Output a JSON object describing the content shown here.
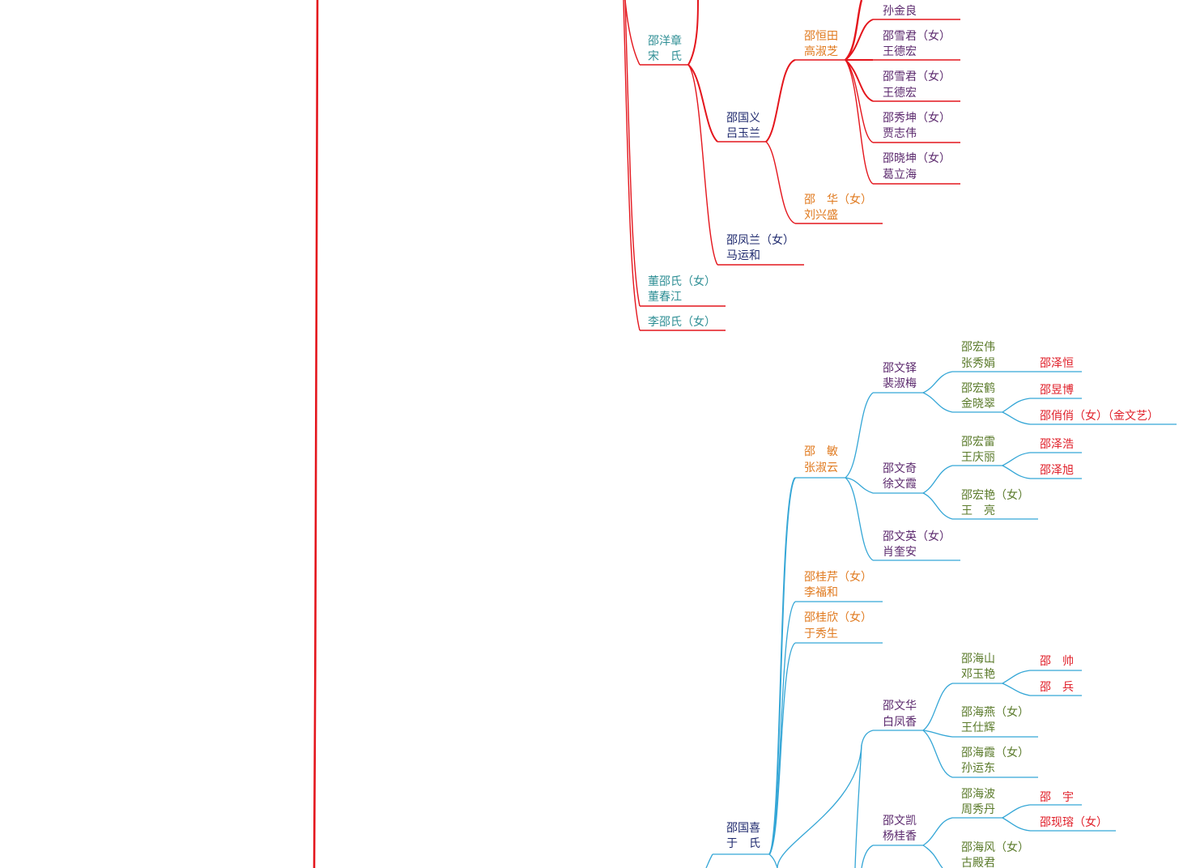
{
  "colors": {
    "red_branch": "#e4161d",
    "blue_branch": "#34a6d6",
    "teal_text": "#2f8f95",
    "navy_text": "#1f2a6e",
    "orange_text": "#e07a1f",
    "purple_text": "#5c2a6e",
    "olive_text": "#5a7a2a",
    "red_text": "#e0202a"
  },
  "top_branch": {
    "top_partial": "孙金良",
    "n1": {
      "l1": "邵洋章",
      "l2": "宋　氏"
    },
    "n2": {
      "l1": "邵恒田",
      "l2": "高淑芝"
    },
    "n3": {
      "l1": "邵雪君（女）",
      "l2": "王德宏"
    },
    "n4": {
      "l1": "邵雪君（女）",
      "l2": "王德宏"
    },
    "n5": {
      "l1": "邵秀坤（女）",
      "l2": "贾志伟"
    },
    "n6": {
      "l1": "邵晓坤（女）",
      "l2": "葛立海"
    },
    "n7": {
      "l1": "邵国义",
      "l2": "吕玉兰"
    },
    "n8": {
      "l1": "邵　华（女）",
      "l2": "刘兴盛"
    },
    "n9": {
      "l1": "邵凤兰（女）",
      "l2": "马运和"
    },
    "n10": {
      "l1": "董邵氏（女）",
      "l2": "董春江"
    },
    "n11": {
      "l1": "李邵氏（女）"
    }
  },
  "bottom_branch": {
    "b1": {
      "l1": "邵宏伟",
      "l2": "张秀娟"
    },
    "b2": {
      "l1": "邵泽恒"
    },
    "b3": {
      "l1": "邵文铎",
      "l2": "裴淑梅"
    },
    "b4": {
      "l1": "邵宏鹤",
      "l2": "金晓翠"
    },
    "b5": {
      "l1": "邵昱博"
    },
    "b6": {
      "l1": "邵俏俏（女）（金文艺）"
    },
    "b7": {
      "l1": "邵宏雷",
      "l2": "王庆丽"
    },
    "b8": {
      "l1": "邵泽浩"
    },
    "b9": {
      "l1": "邵　敏",
      "l2": "张淑云"
    },
    "b10": {
      "l1": "邵文奇",
      "l2": "徐文霞"
    },
    "b11": {
      "l1": "邵泽旭"
    },
    "b12": {
      "l1": "邵宏艳（女）",
      "l2": "王　亮"
    },
    "b13": {
      "l1": "邵文英（女）",
      "l2": "肖奎安"
    },
    "b14": {
      "l1": "邵桂芹（女）",
      "l2": "李福和"
    },
    "b15": {
      "l1": "邵桂欣（女）",
      "l2": "于秀生"
    },
    "b16": {
      "l1": "邵海山",
      "l2": "邓玉艳"
    },
    "b17": {
      "l1": "邵　帅"
    },
    "b18": {
      "l1": "邵　兵"
    },
    "b19": {
      "l1": "邵文华",
      "l2": "白凤香"
    },
    "b20": {
      "l1": "邵海燕（女）",
      "l2": "王仕辉"
    },
    "b21": {
      "l1": "邵海霞（女）",
      "l2": "孙运东"
    },
    "b22": {
      "l1": "邵海波",
      "l2": "周秀丹"
    },
    "b23": {
      "l1": "邵　宇"
    },
    "b24": {
      "l1": "邵文凯",
      "l2": "杨桂香"
    },
    "b25": {
      "l1": "邵现瑢（女）"
    },
    "b26": {
      "l1": "邵国喜",
      "l2": "于　氏"
    },
    "b27": {
      "l1": "邵海风（女）",
      "l2": "古殿君"
    }
  }
}
